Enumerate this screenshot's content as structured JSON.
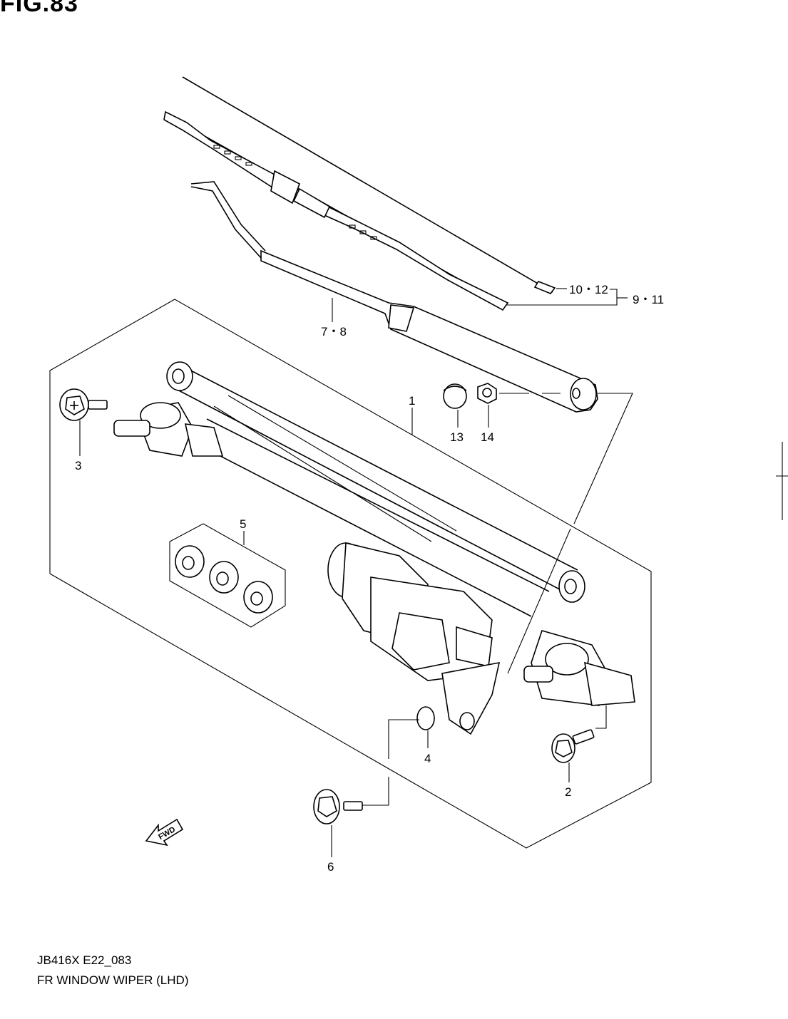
{
  "figure": {
    "title": "FIG.83"
  },
  "callouts": {
    "c1": "1",
    "c2": "2",
    "c3": "3",
    "c4": "4",
    "c5": "5",
    "c6": "6",
    "c7_8": "7・8",
    "c9_11": "9・11",
    "c10_12": "10・12",
    "c13": "13",
    "c14": "14"
  },
  "fwd_label": "FWD",
  "footer": {
    "code": "JB416X E22_083",
    "caption": "FR WINDOW WIPER (LHD)"
  }
}
